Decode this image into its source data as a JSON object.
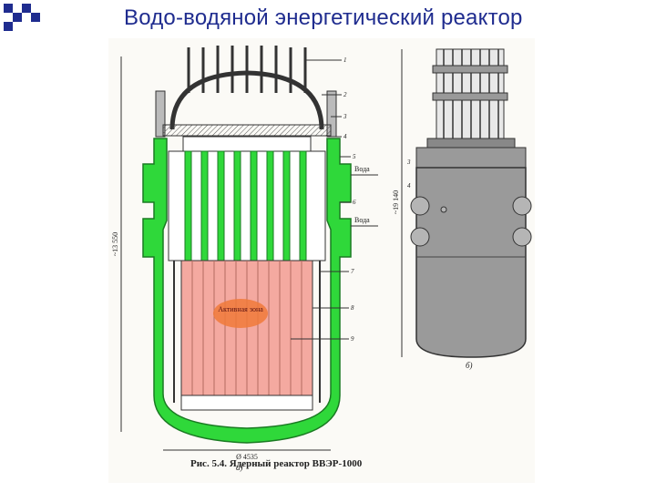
{
  "slide": {
    "title": "Водо-водяной энергетический реактор"
  },
  "figure": {
    "caption": "Рис. 5.4. Ядерный реактор ВВЭР-1000",
    "label_a": "а)",
    "label_b": "б)",
    "core_label": "Активная зона",
    "water_label": "Вода",
    "height_a": "~13 550",
    "width_a": "Ø 4535",
    "height_b": "~19 140",
    "callouts_a": [
      "1",
      "2",
      "3",
      "4",
      "5",
      "6",
      "7",
      "8",
      "9"
    ],
    "callouts_b": [
      "3",
      "4"
    ]
  },
  "colors": {
    "title": "#1f2c8f",
    "green": "#2fd83a",
    "core": "#f4a9a0",
    "steel": "#9a9a9a"
  }
}
